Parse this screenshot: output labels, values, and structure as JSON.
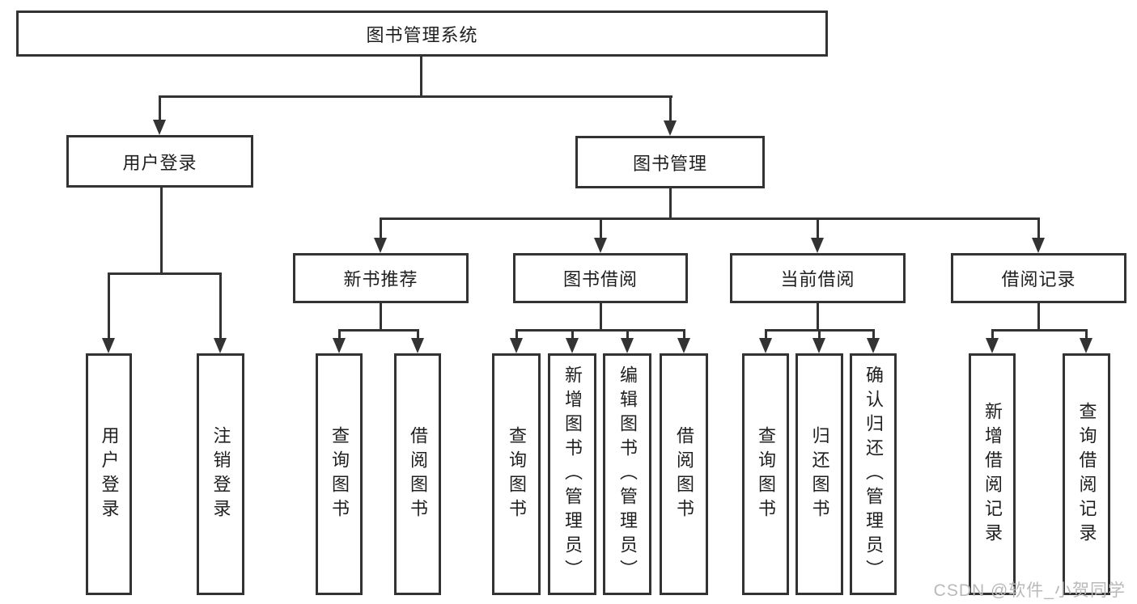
{
  "diagram": {
    "title": "图书管理系统",
    "colors": {
      "line": "#333333",
      "text": "#1f1f1f",
      "background": "#ffffff",
      "watermark": "#b9b9b9"
    },
    "root": "图书管理系统",
    "level2": {
      "user_login": "用户登录",
      "book_mgmt": "图书管理"
    },
    "level3": {
      "new_book_rec": "新书推荐",
      "book_borrow": "图书借阅",
      "current_borrow": "当前借阅",
      "borrow_records": "借阅记录"
    },
    "leaves": {
      "ul_user_login": "用户登录",
      "ul_logout": "注销登录",
      "nb_query": "查询图书",
      "nb_borrow": "借阅图书",
      "bb_query": "查询图书",
      "bb_add": "新增图书（管理员）",
      "bb_edit": "编辑图书（管理员）",
      "bb_borrow": "借阅图书",
      "cb_query": "查询图书",
      "cb_return": "归还图书",
      "cb_confirm": "确认归还（管理员）",
      "br_add": "新增借阅记录",
      "br_query": "查询借阅记录"
    }
  },
  "watermark": "CSDN @软件_小贺同学"
}
